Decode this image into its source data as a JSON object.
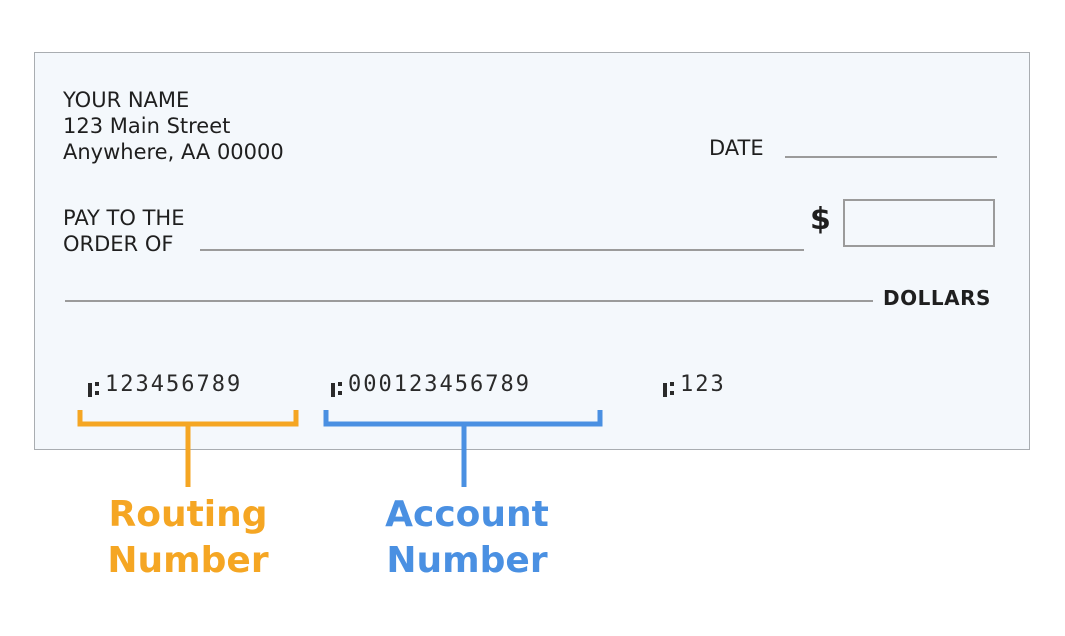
{
  "payer": {
    "name": "YOUR NAME",
    "street": "123 Main Street",
    "city": "Anywhere, AA 00000"
  },
  "date_label": "DATE",
  "pay_to_line1": "PAY TO THE",
  "pay_to_line2": "ORDER OF",
  "dollar_sign": "$",
  "dollars_label": "DOLLARS",
  "micr": {
    "routing": "123456789",
    "account": "000123456789",
    "check_number": "123"
  },
  "callouts": {
    "routing": {
      "line1": "Routing",
      "line2": "Number",
      "color": "#f5a623"
    },
    "account": {
      "line1": "Account",
      "line2": "Number",
      "color": "#4a90e2"
    }
  }
}
